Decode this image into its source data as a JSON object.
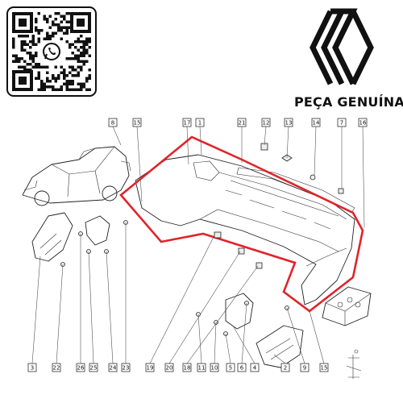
{
  "brand": {
    "genuine_label": "PEÇA GENUÍNA"
  },
  "icons": {
    "qr": "qr-code-icon",
    "whatsapp": "whatsapp-icon",
    "logo": "brand-diamond-logo-icon"
  },
  "colors": {
    "highlight": "#e0242a",
    "line": "#222222",
    "background": "#ffffff"
  },
  "callouts": {
    "top": [
      "8",
      "15",
      "17",
      "1",
      "21",
      "12",
      "13",
      "14",
      "7",
      "16"
    ],
    "bottom": [
      "3",
      "22",
      "26",
      "25",
      "24",
      "23",
      "19",
      "20",
      "18",
      "11",
      "10",
      "5",
      "6",
      "4",
      "2",
      "9",
      "15"
    ]
  }
}
